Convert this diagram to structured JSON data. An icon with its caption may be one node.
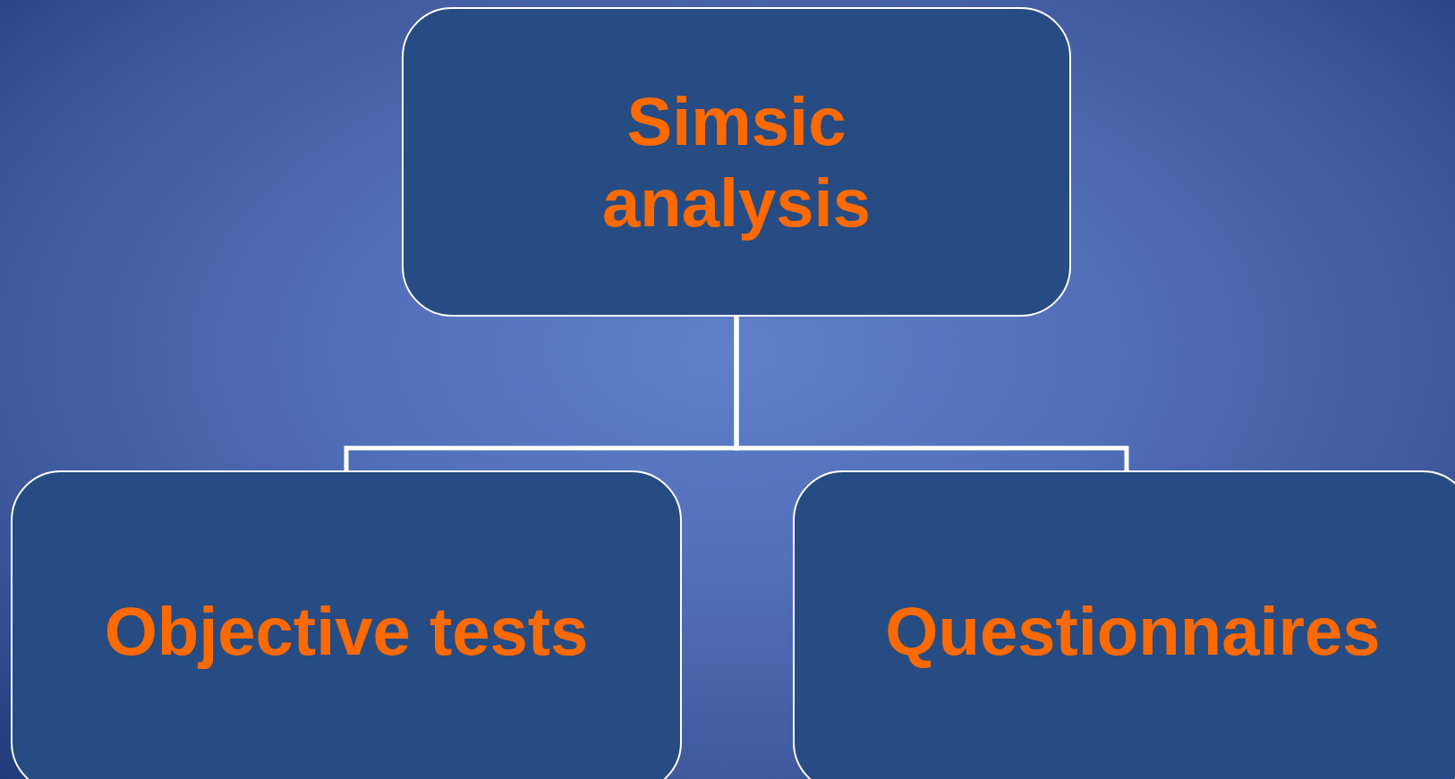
{
  "diagram": {
    "nodes": [
      {
        "text": [
          "Simsic analysis"
        ]
      },
      {
        "text": [
          "Objective tests"
        ]
      },
      {
        "text": [
          "Questionnaires"
        ]
      }
    ],
    "edges": [
      {
        "from": 0,
        "to": 1,
        "arrow": "none"
      },
      {
        "from": 0,
        "to": 2,
        "arrow": "none"
      }
    ]
  }
}
